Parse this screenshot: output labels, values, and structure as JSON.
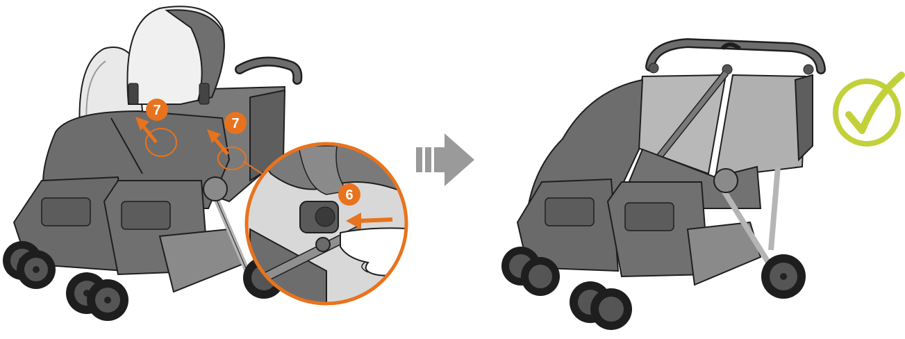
{
  "steps": {
    "step_six": "6",
    "step_seven_left": "7",
    "step_seven_right": "7"
  },
  "colors": {
    "accent_orange": "#e8731e",
    "check_green": "#c2d13a",
    "arrow_gray": "#9a9a9a",
    "fabric_dark": "#6d6d6d",
    "fabric_mid": "#8a8a8a",
    "fabric_light": "#b5b5b5",
    "outline": "#1e1e1e"
  },
  "icons": {
    "next_arrow": "double-bar-right-arrow",
    "done": "check-circle"
  }
}
